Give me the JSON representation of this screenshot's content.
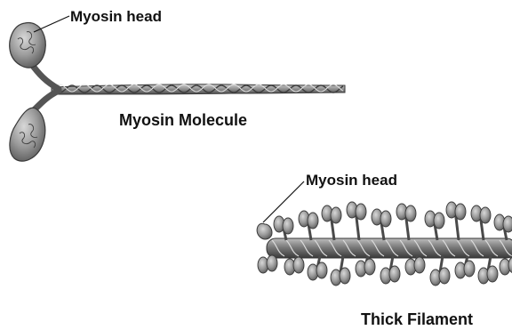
{
  "figure": {
    "labels": {
      "molecule_head": "Myosin head",
      "molecule": "Myosin Molecule",
      "filament_head": "Myosin head",
      "filament": "Thick Filament"
    }
  },
  "colors": {
    "head_fill": "#9a9a9a",
    "head_shade": "#6e6e6e",
    "tail_fill": "#8c8c8c",
    "tail_dark": "#4a4a4a",
    "leader_line": "#111111"
  }
}
